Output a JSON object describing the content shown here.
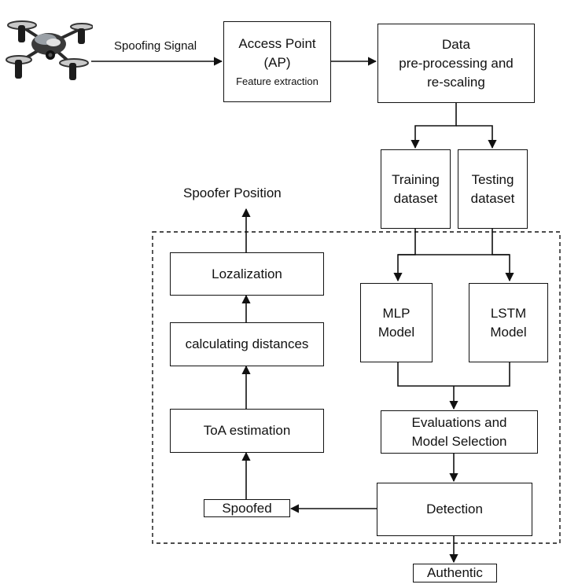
{
  "input": {
    "signal_label": "Spoofing Signal"
  },
  "nodes": {
    "access_point": {
      "title": "Access Point",
      "line2": "(AP)",
      "subtitle": "Feature extraction"
    },
    "preprocessing": {
      "line1": "Data",
      "line2": "pre-processing and",
      "line3": "re-scaling"
    },
    "training": {
      "line1": "Training",
      "line2": "dataset"
    },
    "testing": {
      "line1": "Testing",
      "line2": "dataset"
    },
    "mlp": {
      "line1": "MLP",
      "line2": "Model"
    },
    "lstm": {
      "line1": "LSTM",
      "line2": "Model"
    },
    "evaluation": {
      "line1": "Evaluations and",
      "line2": "Model Selection"
    },
    "detection": {
      "label": "Detection"
    },
    "spoofed": {
      "label": "Spoofed"
    },
    "authentic": {
      "label": "Authentic"
    },
    "toa": {
      "label": "ToA estimation"
    },
    "distances": {
      "label": "calculating distances"
    },
    "localization": {
      "label": "Lozalization"
    },
    "output": {
      "label": "Spoofer Position"
    }
  },
  "icons": {
    "source": "drone-icon"
  }
}
